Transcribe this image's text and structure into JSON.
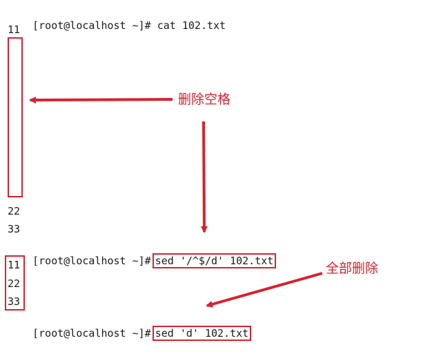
{
  "terminal": {
    "prompt": "[root@localhost ~]#",
    "cmd1": "cat 102.txt",
    "file_lines": [
      "11",
      "22",
      "33"
    ],
    "cmd2": "sed '/^$/d' 102.txt",
    "result2": [
      "11",
      "22",
      "33"
    ],
    "cmd3": "sed 'd' 102.txt"
  },
  "annotations": {
    "delete_blank": "删除空格",
    "delete_all": "全部删除"
  },
  "colors": {
    "annotation": "#d9202e",
    "text": "#1a1a1a",
    "background": "#ffffff"
  }
}
